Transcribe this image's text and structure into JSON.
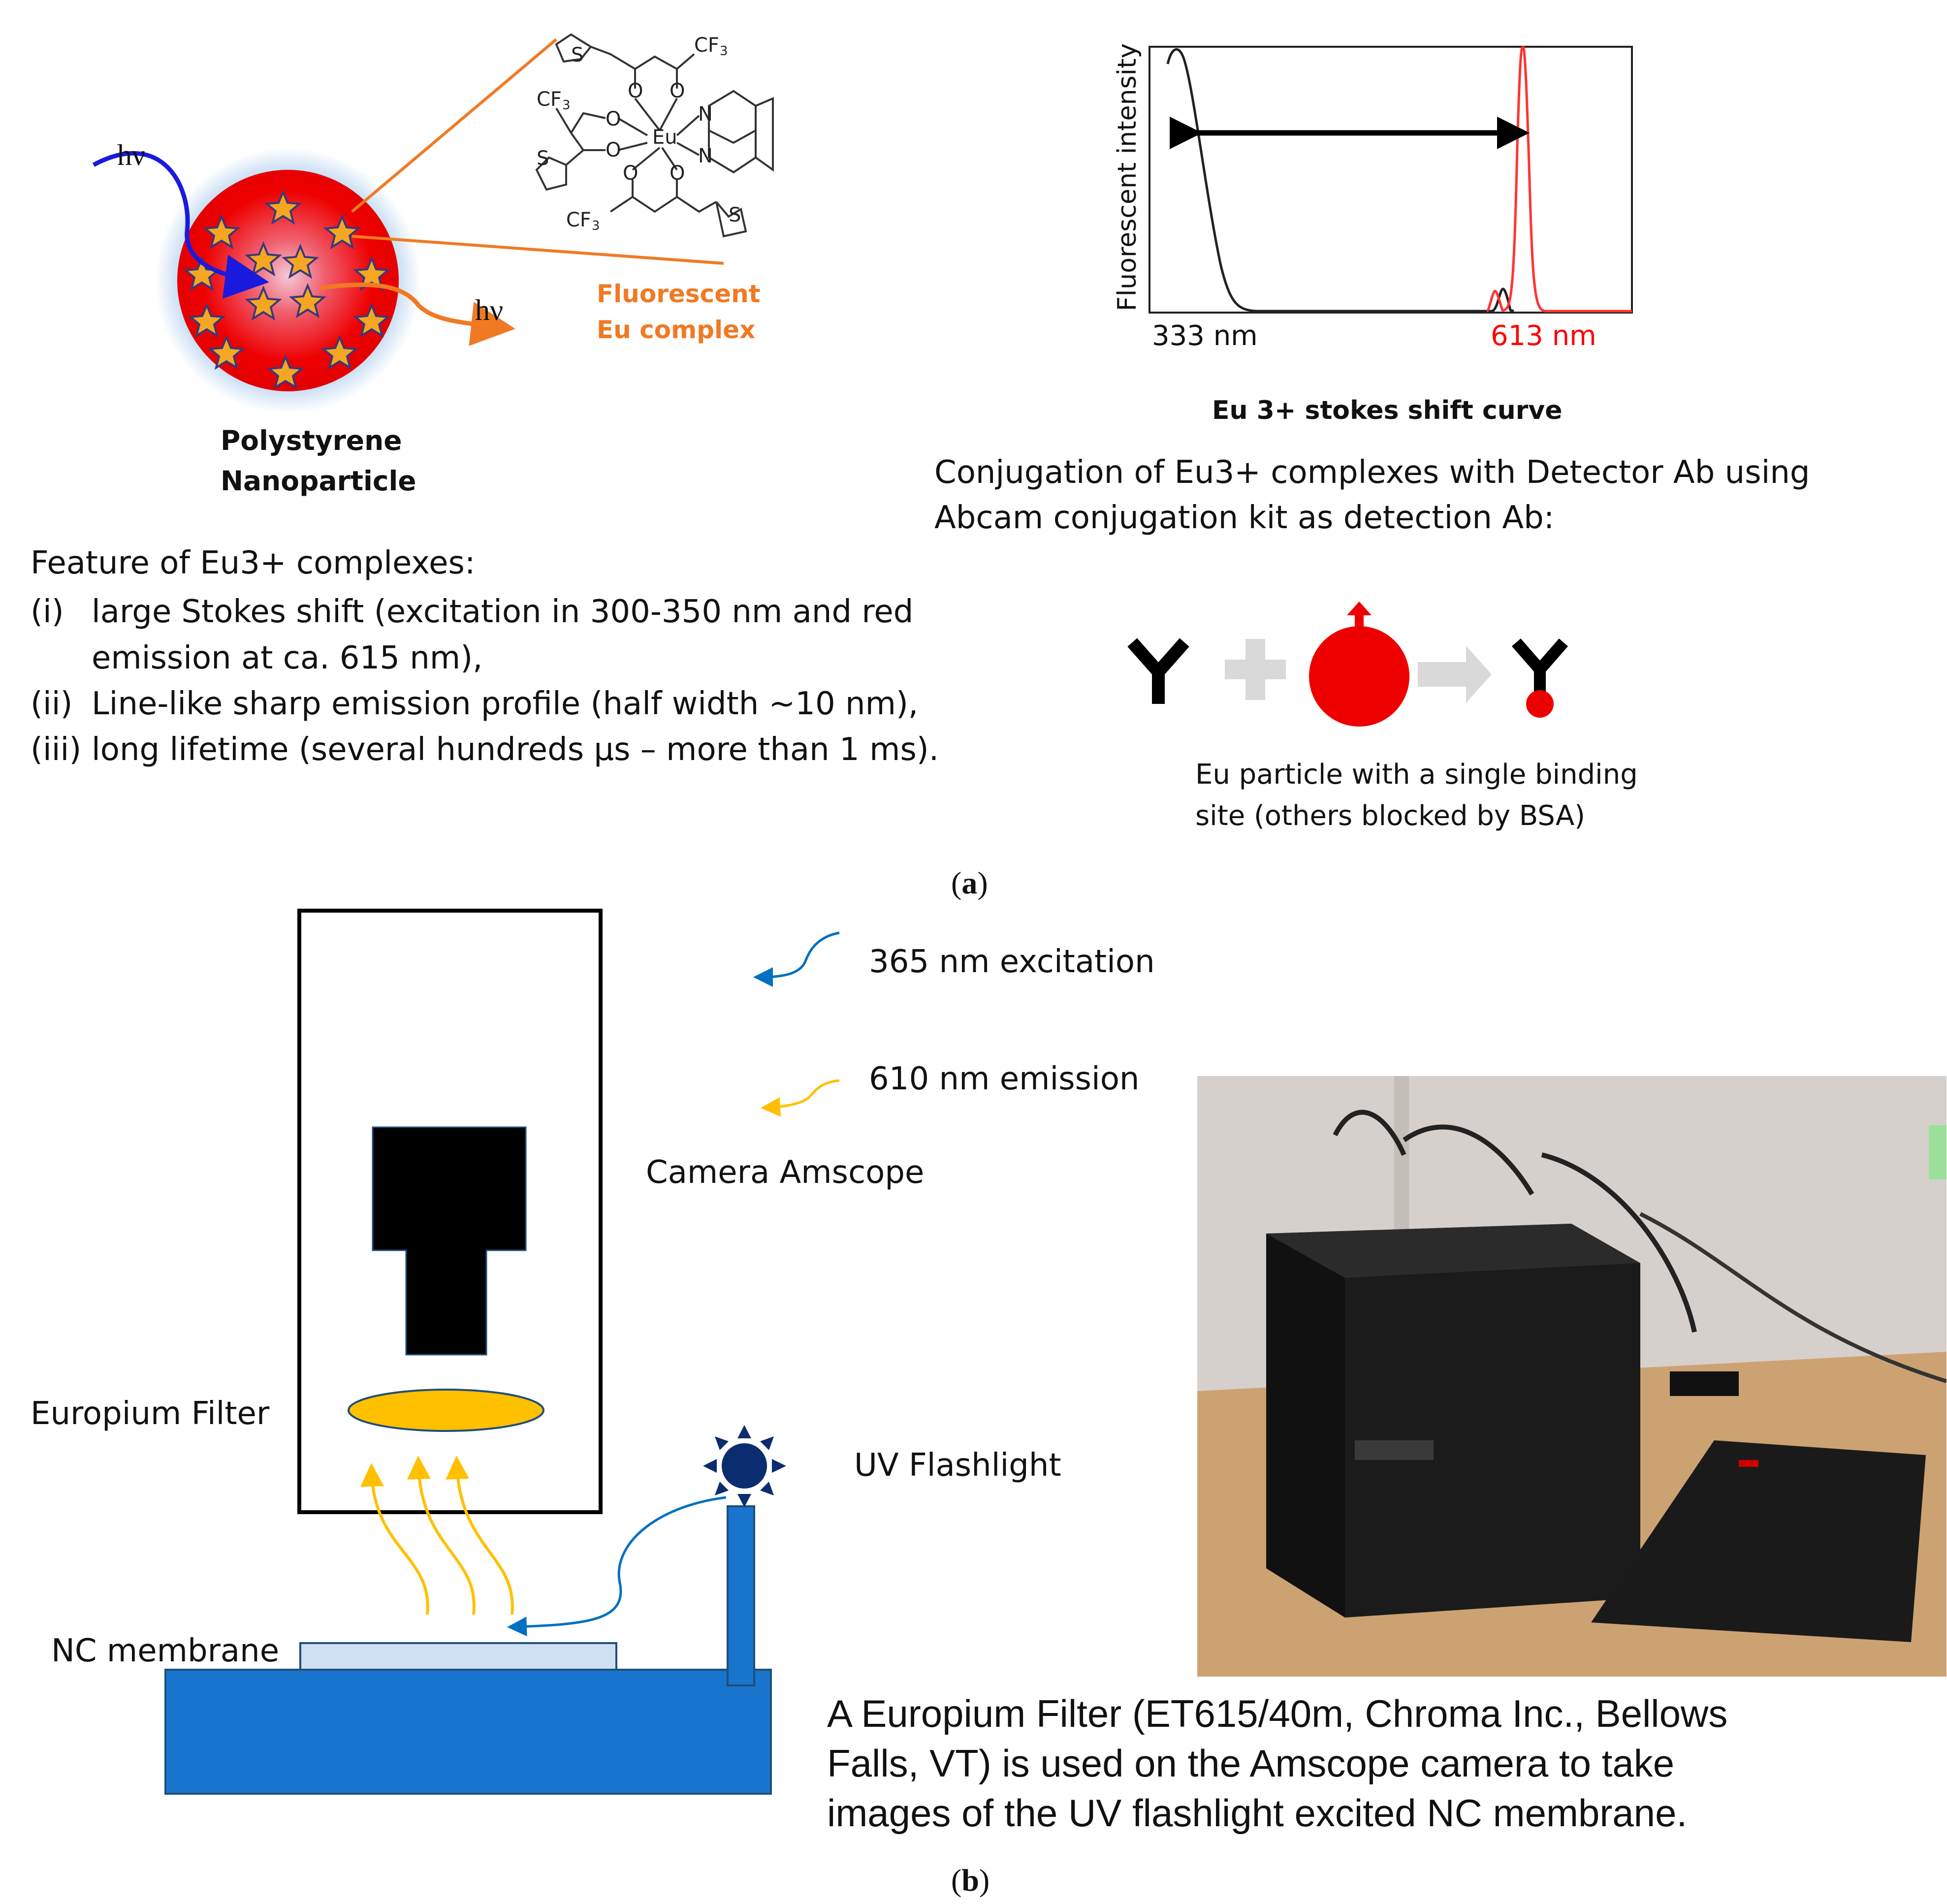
{
  "colors": {
    "red_particle": "#ee0000",
    "particle_glow": "#9ec3ea",
    "orange": "#f07a24",
    "blue_arrow": "#1a1adf",
    "stokes_red": "#ff3333",
    "membrane_base": "#1874cd",
    "membrane_top": "#cfe0f3",
    "filter_yellow": "#ffc000",
    "emission_arrow": "#ffc000",
    "excitation_arrow": "#0070c0",
    "sun_icon": "#0b2c6e"
  },
  "panel_a": {
    "particle": {
      "hv_in": "hν",
      "hv_out": "hν",
      "label_line1": "Polystyrene",
      "label_line2": "Nanoparticle",
      "complex_label_line1": "Fluorescent",
      "complex_label_line2": "Eu complex",
      "molecule_labels": {
        "cf3": "CF",
        "cf3_sub": "3",
        "o": "O",
        "eu": "Eu",
        "n": "N",
        "s": "S"
      }
    },
    "stokes_chart": {
      "ylabel": "Fluorescent intensity",
      "tick_left": "333 nm",
      "tick_right": "613 nm",
      "caption": "Eu 3+ stokes shift curve"
    },
    "features": {
      "heading": "Feature of Eu3+ complexes:",
      "items": [
        {
          "num": "(i)",
          "line1": "large Stokes shift (excitation in 300-350 nm and red",
          "line2": "emission at ca. 615 nm),"
        },
        {
          "num": "(ii)",
          "line1": "Line-like sharp emission profile (half width ~10 nm),",
          "line2": ""
        },
        {
          "num": "(iii)",
          "line1": "long lifetime (several hundreds µs – more than 1 ms).",
          "line2": ""
        }
      ]
    },
    "conjugation": {
      "line1": "Conjugation of Eu3+ complexes with Detector Ab using",
      "line2": "Abcam conjugation kit as detection Ab:",
      "caption_line1": "Eu particle with a single binding",
      "caption_line2": "site (others blocked by BSA)"
    },
    "label": "(a)",
    "label_letter": "a"
  },
  "panel_b": {
    "legend_excitation": "365 nm excitation",
    "legend_emission": "610 nm emission",
    "camera_label": "Camera Amscope",
    "filter_label": "Europium Filter",
    "uv_label": "UV Flashlight",
    "membrane_label": "NC membrane",
    "description_line1": "A Europium Filter (ET615/40m, Chroma Inc., Bellows",
    "description_line2": "Falls, VT) is used on the Amscope camera to take",
    "description_line3": "images of the UV flashlight excited NC membrane.",
    "label": "(b)",
    "label_letter": "b"
  }
}
